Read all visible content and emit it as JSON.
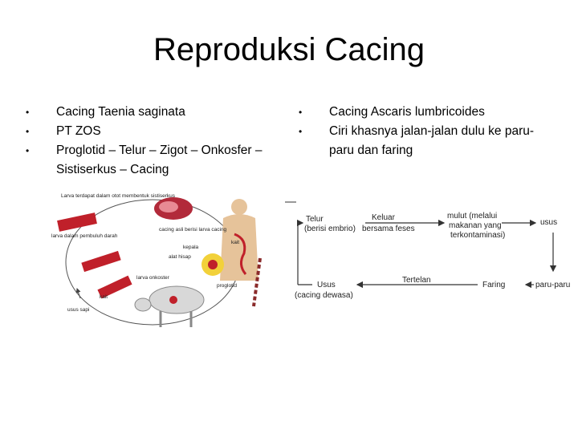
{
  "slide": {
    "title": "Reproduksi Cacing"
  },
  "left_list": {
    "items": [
      "Cacing Taenia saginata",
      "PT ZOS",
      "Proglotid – Telur – Zigot – Onkosfer – Sistiserkus – Cacing"
    ]
  },
  "right_list": {
    "items": [
      "Cacing Ascaris lumbricoides",
      "Ciri khasnya jalan-jalan dulu ke paru-paru dan faring"
    ]
  },
  "taenia_diagram": {
    "labels": {
      "larva_otot": "Larva terdapat dalam otot membentuk sistiserkus",
      "larva_darah": "larva dalam pembuluh darah",
      "cacing_dewasa": "cacing asli berisi larva cacing",
      "kepala": "kepala",
      "kait": "kait",
      "alat_hisap": "alat hisap",
      "kait2": "kait",
      "larva_onkoster": "larva onkoster",
      "proglotid": "proglotid",
      "usus": "usus sapi"
    }
  },
  "ascaris_diagram": {
    "labels": {
      "telur": "Telur",
      "telur_sub": "(berisi embrio)",
      "keluar": "Keluar",
      "bersama_feses": "bersama  feses",
      "mulut1": "mulut (melalui",
      "mulut2": "makanan yang",
      "mulut3": "terkontaminasi)",
      "usus_top": "usus",
      "tertelan": "Tertelan",
      "faring": "Faring",
      "paru": "paru-paru",
      "usus_bottom": "Usus",
      "usus_sub": "(cacing dewasa)"
    }
  }
}
